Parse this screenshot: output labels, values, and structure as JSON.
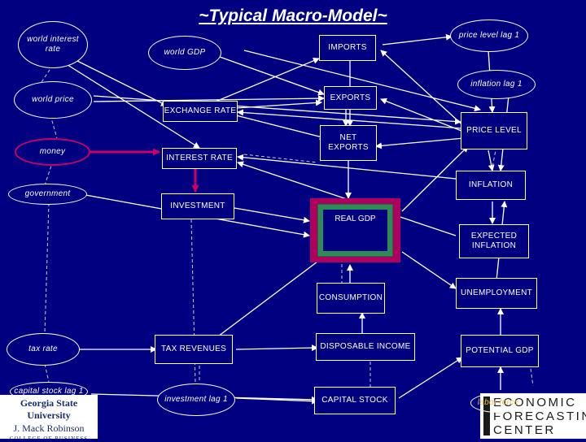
{
  "title": "~Typical Macro-Model~",
  "nodes": {
    "world_interest_rate": "world interest rate",
    "world_price": "world price",
    "money": "money",
    "government": "government",
    "tax_rate": "tax rate",
    "capital_stock_lag": "capital stock lag 1",
    "world_gdp": "world GDP",
    "imports": "IMPORTS",
    "exports": "EXPORTS",
    "exchange_rate": "EXCHANGE RATE",
    "interest_rate": "INTEREST RATE",
    "net_exports": "NET EXPORTS",
    "investment": "INVESTMENT",
    "real_gdp": "REAL GDP",
    "consumption": "CONSUMPTION",
    "tax_revenues": "TAX REVENUES",
    "disposable_income": "DISPOSABLE INCOME",
    "investment_lag": "investment lag 1",
    "capital_stock": "CAPITAL STOCK",
    "price_level_lag": "price level lag 1",
    "inflation_lag": "inflation lag 1",
    "price_level": "PRICE LEVEL",
    "inflation": "INFLATION",
    "expected_inflation": "EXPECTED INFLATION",
    "unemployment": "UNEMPLOYMENT",
    "potential_gdp": "POTENTIAL GDP",
    "labor_force": "labor force"
  },
  "logos": {
    "gsu_line1": "Georgia State University",
    "gsu_line2": "J. Mack Robinson",
    "gsu_line3": "COLLEGE OF BUSINESS",
    "efc_line1": "ECONOMIC",
    "efc_line2": "FORECASTING",
    "efc_line3": "CENTER"
  },
  "colors": {
    "background": "#000080",
    "money_border": "#c8006a",
    "arrow_policy": "#c8006a",
    "real_gdp_frame": "#b0005f",
    "real_gdp_inner": "#2e8b57"
  }
}
